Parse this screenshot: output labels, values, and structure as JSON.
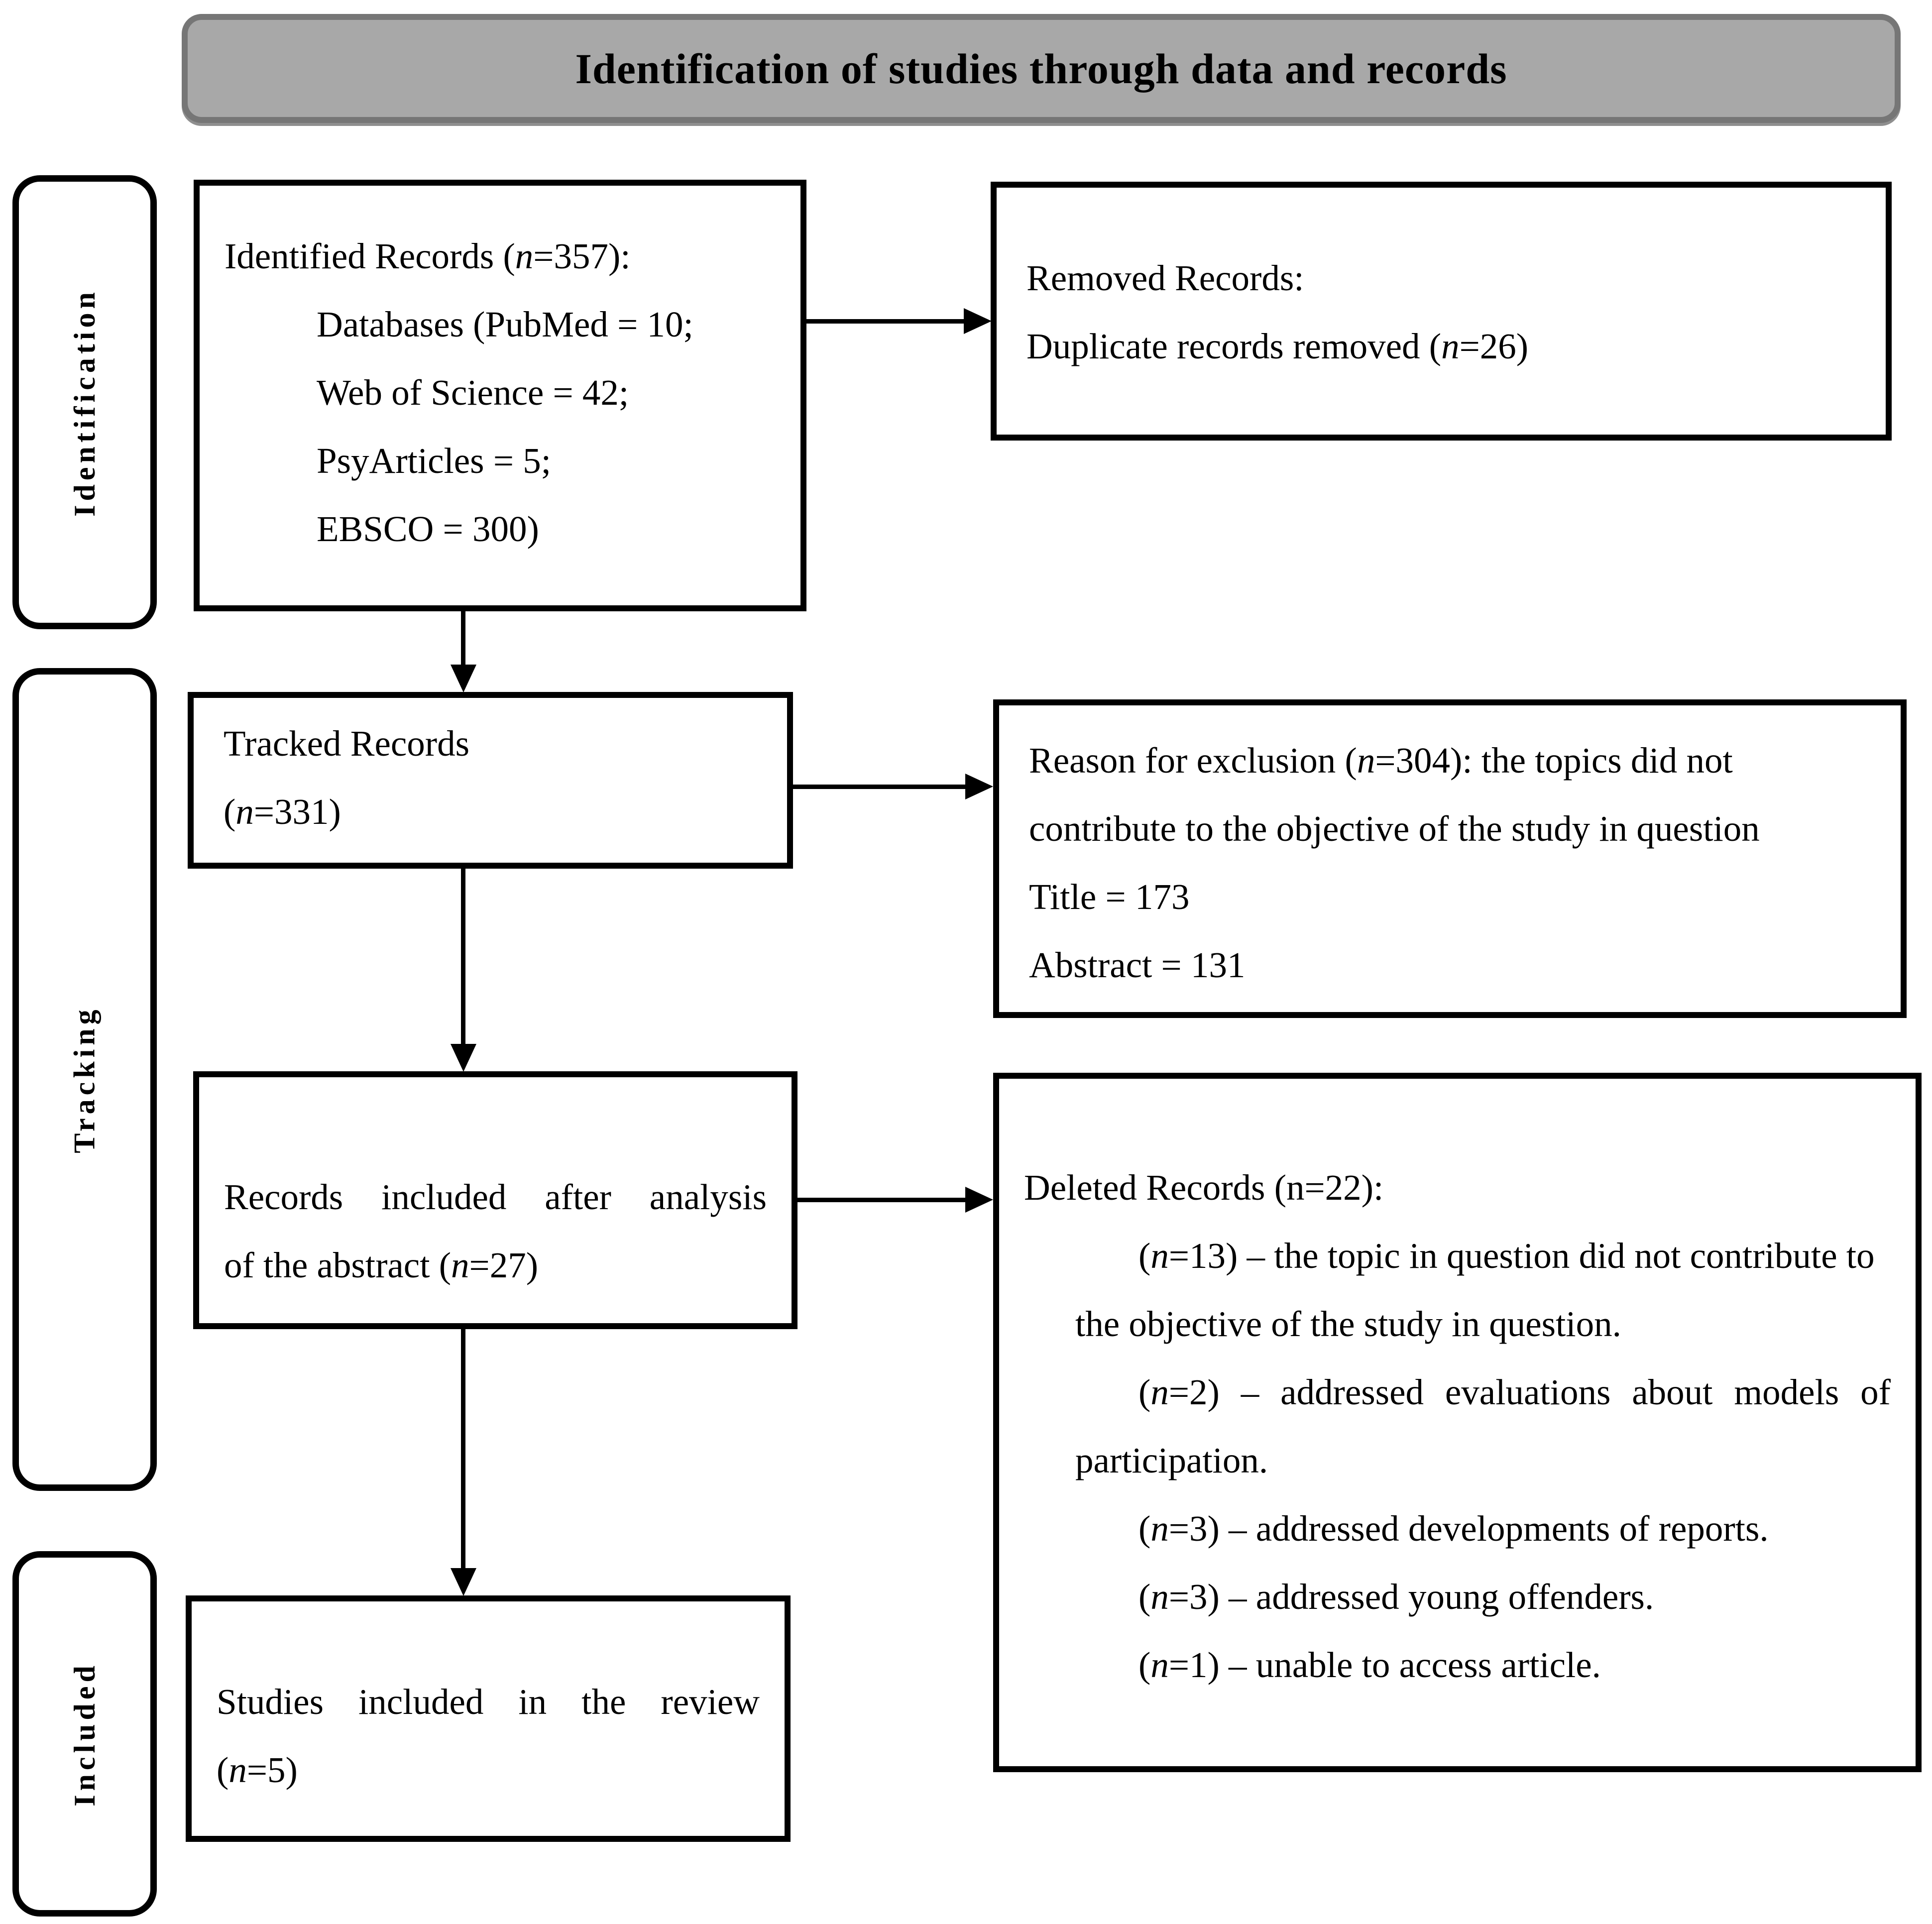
{
  "banner": {
    "title": "Identification of studies through data and records"
  },
  "stages": [
    {
      "label": "Identification"
    },
    {
      "label": "Tracking"
    },
    {
      "label": "Included"
    }
  ],
  "boxes": {
    "identified": {
      "heading": "Identified Records (*n*=357):",
      "items": [
        "Databases (PubMed = 10;",
        "Web of Science = 42;",
        "PsyArticles = 5;",
        "EBSCO = 300)"
      ]
    },
    "removed": {
      "lines": [
        "Removed Records:",
        "Duplicate records removed (*n*=26)"
      ]
    },
    "tracked": {
      "lines": [
        "Tracked Records",
        "(*n*=331)"
      ]
    },
    "exclusion": {
      "lines": [
        "Reason for exclusion (*n*=304): the topics did not",
        "contribute to the objective of the study in question",
        "Title = 173",
        "Abstract = 131"
      ]
    },
    "abstract_analysis": {
      "lines": [
        "Records included after analysis",
        "of the abstract (*n*=27)"
      ]
    },
    "deleted": {
      "heading": "Deleted Records (n=22):",
      "lines": [
        "(*n*=13) – the topic in question did not contribute to",
        "the objective of the study in question.",
        "(*n*=2) – addressed evaluations about models of",
        "participation.",
        "(*n*=3) – addressed developments of reports.",
        "(*n*=3) – addressed young offenders.",
        "(*n*=1) – unable to access article."
      ]
    },
    "studies": {
      "lines": [
        "Studies included in the review",
        "(*n*=5)"
      ]
    }
  }
}
